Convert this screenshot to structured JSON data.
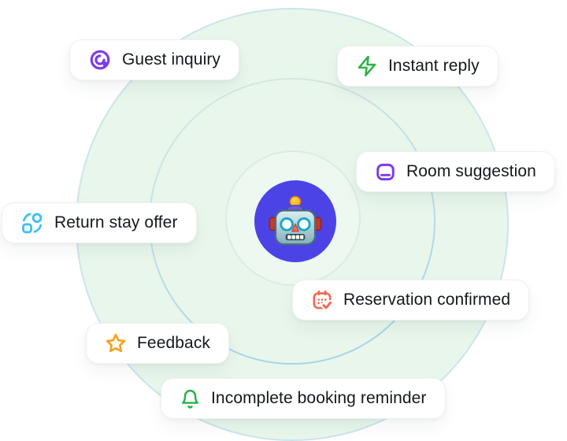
{
  "scene": {
    "description": "AI hotel assistant radial diagram",
    "outer_circle_fill": "#E8F6EC",
    "outer_circle_border": "#CBE5EA",
    "ring_stroke_top": "#DDE8E2",
    "ring_stroke_bottom": "#A9D6E7",
    "inner_circle_fill": "#EDF8F1",
    "inner_circle_border": "#DFEAE4",
    "avatar": {
      "background": "#4C43E6",
      "emoji_name": "robot-face"
    }
  },
  "text_color": "#14181F",
  "chips": [
    {
      "label": "Guest inquiry",
      "icon": "guest-inquiry-icon",
      "icon_color": "#7C3AED"
    },
    {
      "label": "Instant reply",
      "icon": "lightning-icon",
      "icon_color": "#2FB347"
    },
    {
      "label": "Room suggestion",
      "icon": "room-window-icon",
      "icon_color": "#7C3AED"
    },
    {
      "label": "Return stay offer",
      "icon": "convert-shape-icon",
      "icon_color": "#3FC0F0"
    },
    {
      "label": "Reservation confirmed",
      "icon": "calendar-check-icon",
      "icon_color": "#F26B52"
    },
    {
      "label": "Feedback",
      "icon": "star-icon",
      "icon_color": "#F6A21E"
    },
    {
      "label": "Incomplete booking reminder",
      "icon": "bell-icon",
      "icon_color": "#27B14A"
    }
  ]
}
